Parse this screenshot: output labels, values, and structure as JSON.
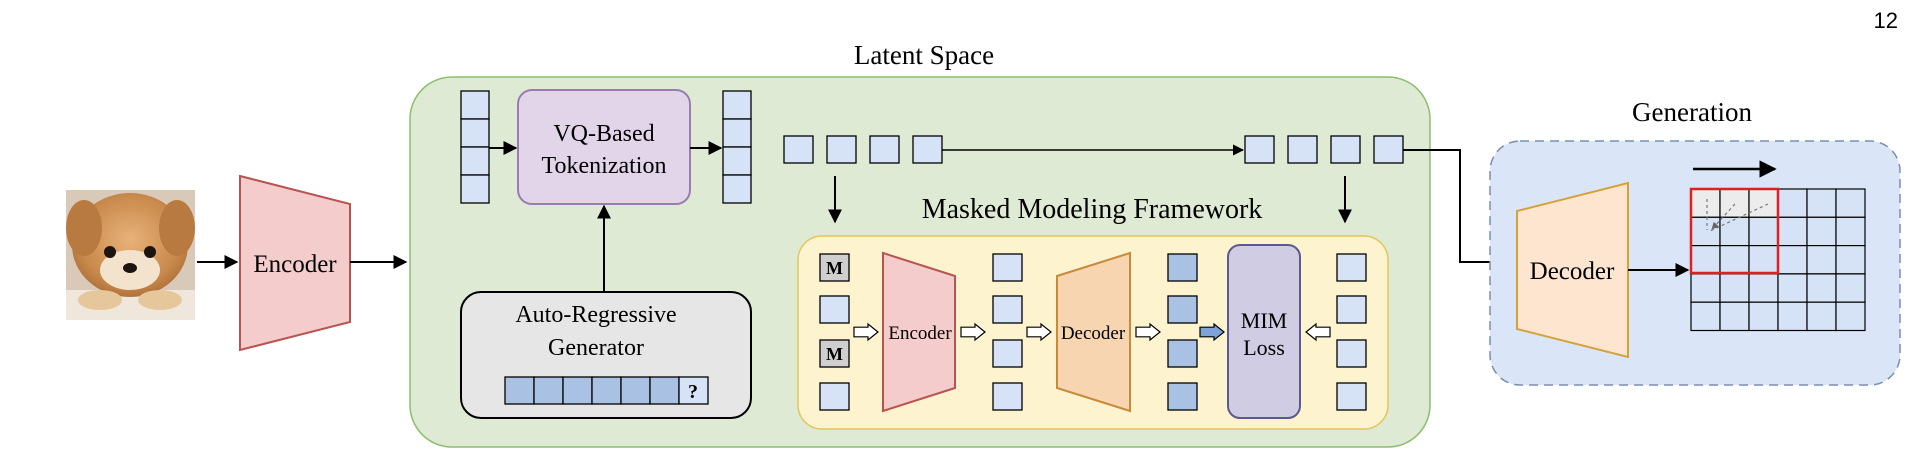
{
  "page_number": "12",
  "latent_space": {
    "title": "Latent Space",
    "tokenization_label_line1": "VQ-Based",
    "tokenization_label_line2": "Tokenization",
    "generator_label_line1": "Auto-Regressive",
    "generator_label_line2": "Generator",
    "generator_query_mark": "?"
  },
  "input": {
    "image_icon": "puppy-photo",
    "encoder_label": "Encoder"
  },
  "masked_modeling": {
    "title": "Masked Modeling Framework",
    "mask_token": "M",
    "encoder_label": "Encoder",
    "decoder_label": "Decoder",
    "loss_label_line1": "MIM",
    "loss_label_line2": "Loss"
  },
  "generation": {
    "title": "Generation",
    "decoder_label": "Decoder"
  },
  "colors": {
    "latent_bg": "#dfead5",
    "latent_border": "#8dbd6e",
    "token_fill": "#d6e2f5",
    "token_dark": "#a9c1e3",
    "tokenization_fill": "#e2d5ea",
    "tokenization_border": "#9a7cb1",
    "generator_fill": "#e6e6e6",
    "mim_bg": "#fdf3cf",
    "mim_border": "#e1c65a",
    "encoder_fill": "#f4cccc",
    "encoder_border": "#b85450",
    "decoder_fill": "#f6d5b0",
    "decoder_border": "#c8893b",
    "loss_fill": "#d0cce3",
    "loss_border": "#5a5a8c",
    "generation_bg": "#dae6f7",
    "generation_border": "#7a8fae",
    "gen_decoder_fill": "#fde5cf",
    "gen_decoder_border": "#d5a23a",
    "highlight_red": "#e02020"
  }
}
